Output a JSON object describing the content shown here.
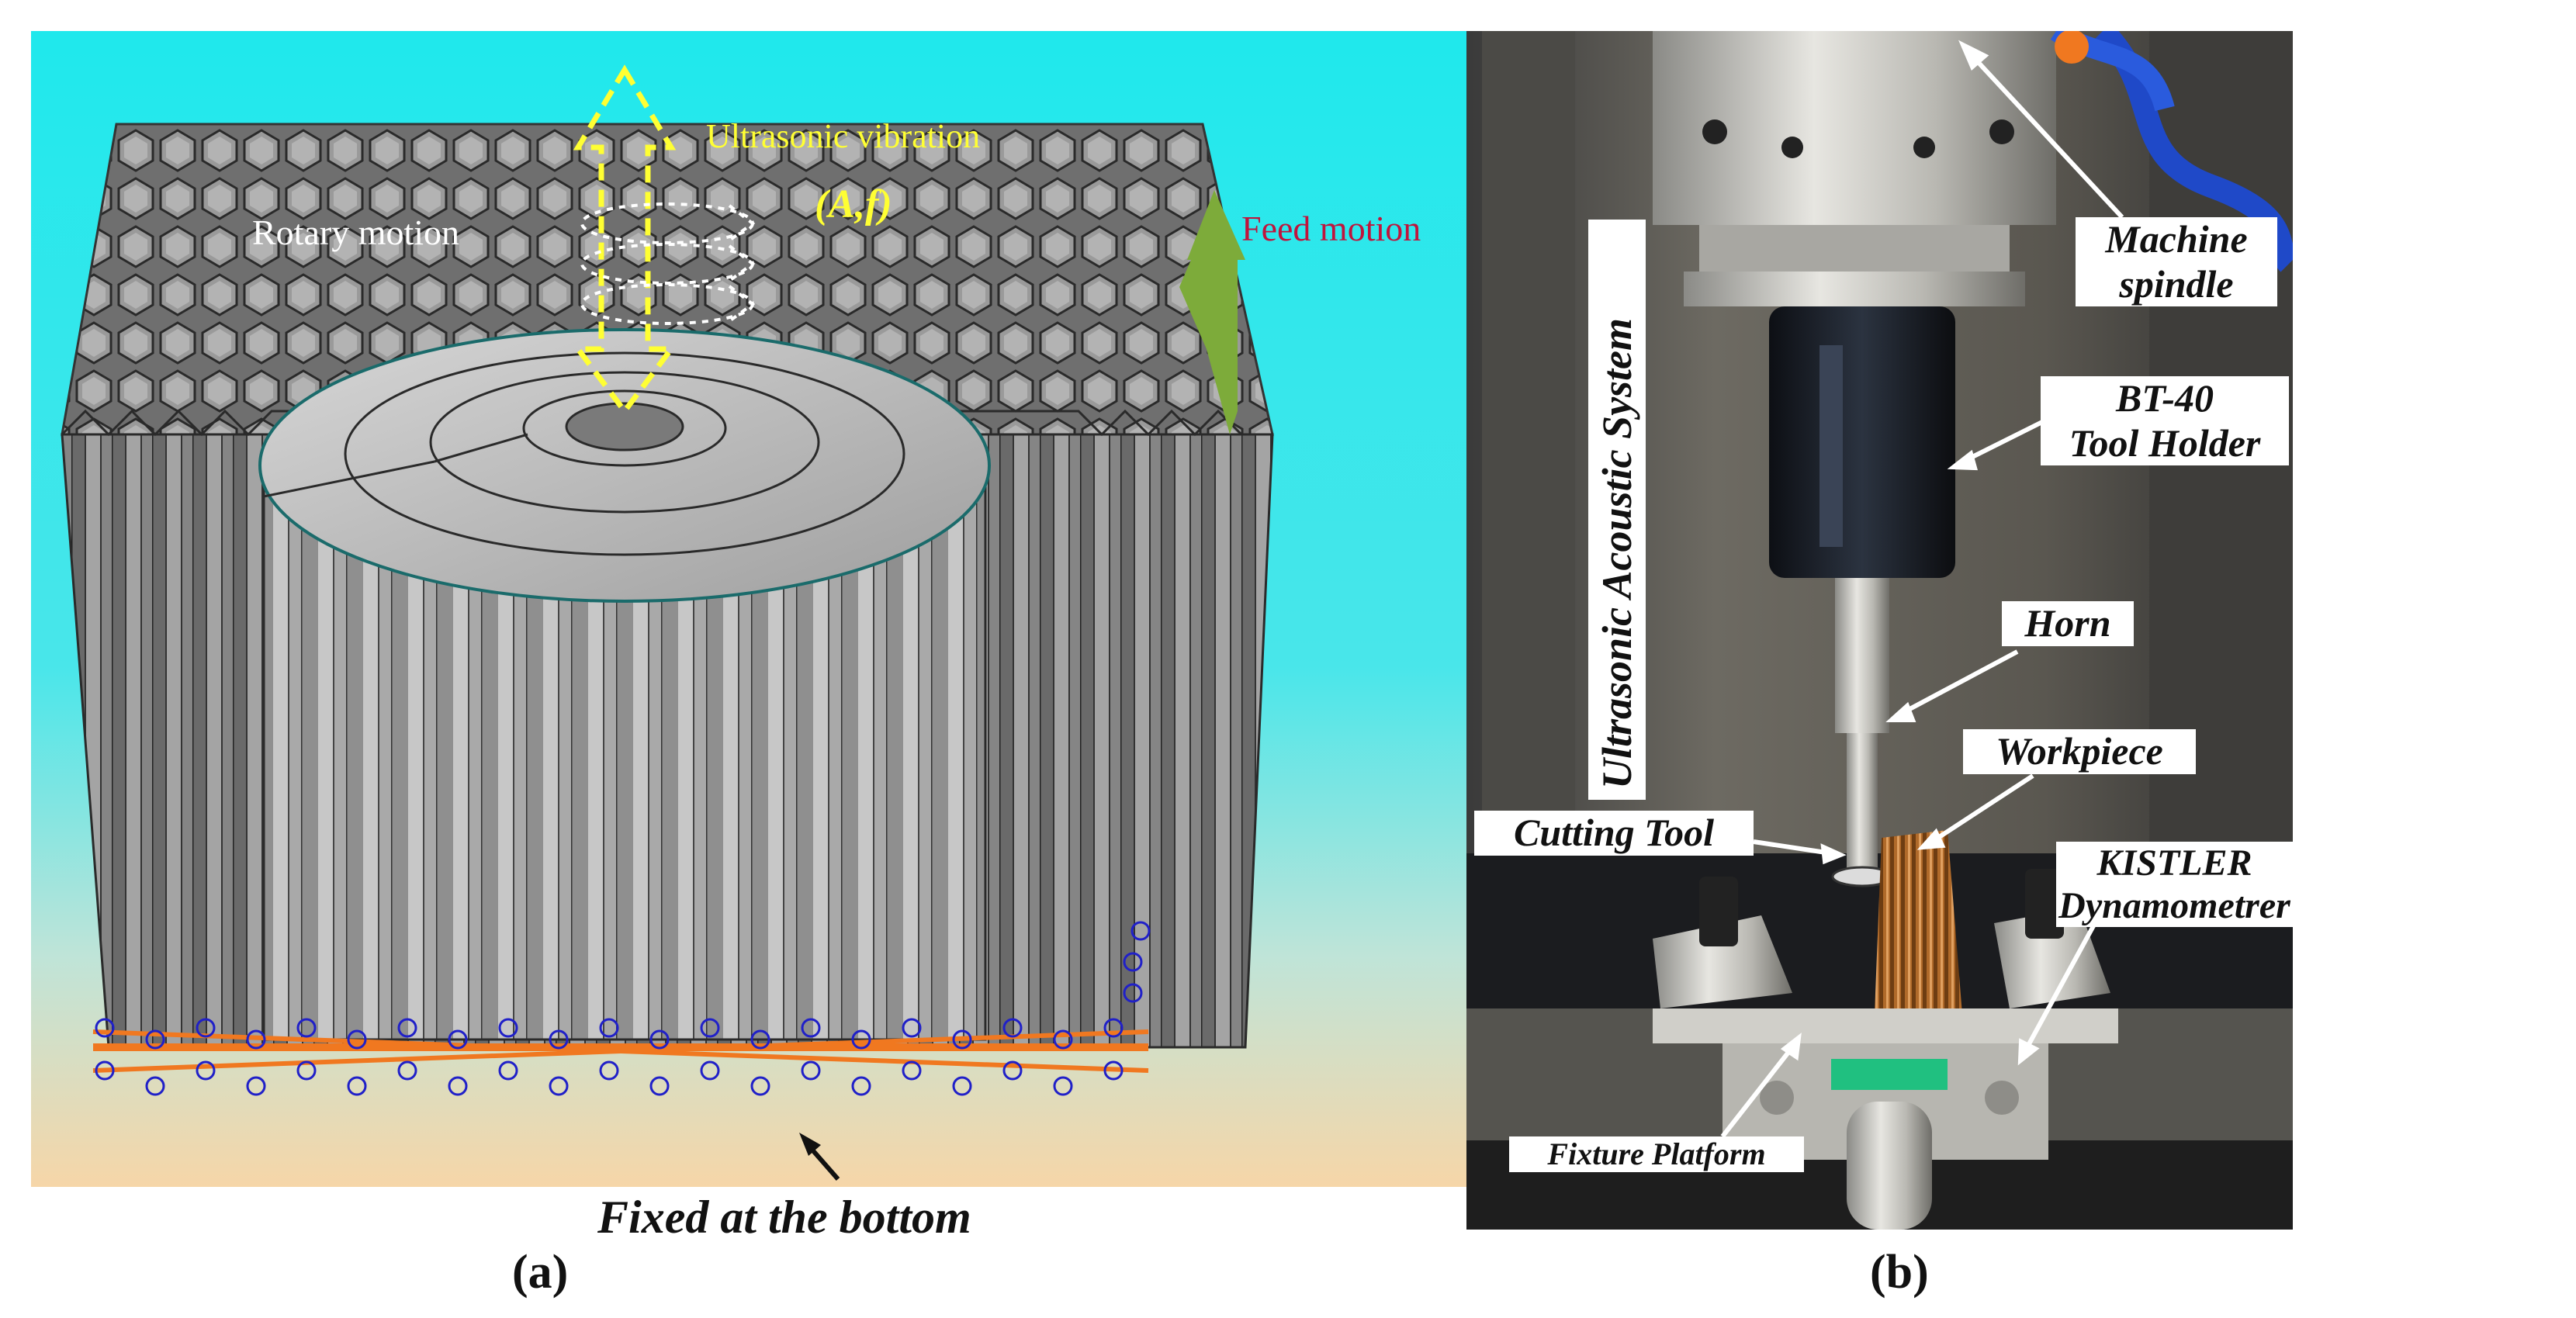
{
  "panel_a": {
    "label_vibration": "Ultrasonic vibration",
    "label_amp_freq": "(A,f)",
    "label_rotary": "Rotary motion",
    "label_feed": "Feed motion",
    "caption_bottom": "Fixed at the bottom",
    "sub_label": "(a)",
    "colors": {
      "sky_top": "#1fe8ec",
      "sky_bottom": "#f6d6a8",
      "honeycomb": "#8c8c8c",
      "tool": "#b9b9b9",
      "vibration": "#ffff33",
      "feed": "#7dab3a",
      "feed_text": "#c0143c",
      "constraint_blue": "#2020c8",
      "constraint_orange": "#f07820"
    }
  },
  "panel_b": {
    "label_spindle": "Machine spindle",
    "label_holder_1": "BT-40",
    "label_holder_2": "Tool Holder",
    "label_horn": "Horn",
    "label_workpiece": "Workpiece",
    "label_cutting_tool": "Cutting Tool",
    "label_kistler_1": "KISTLER",
    "label_kistler_2": "Dynamometrer",
    "label_fixture": "Fixture Platform",
    "label_system": "Ultrasonic Acoustic  System",
    "sub_label": "(b)"
  }
}
